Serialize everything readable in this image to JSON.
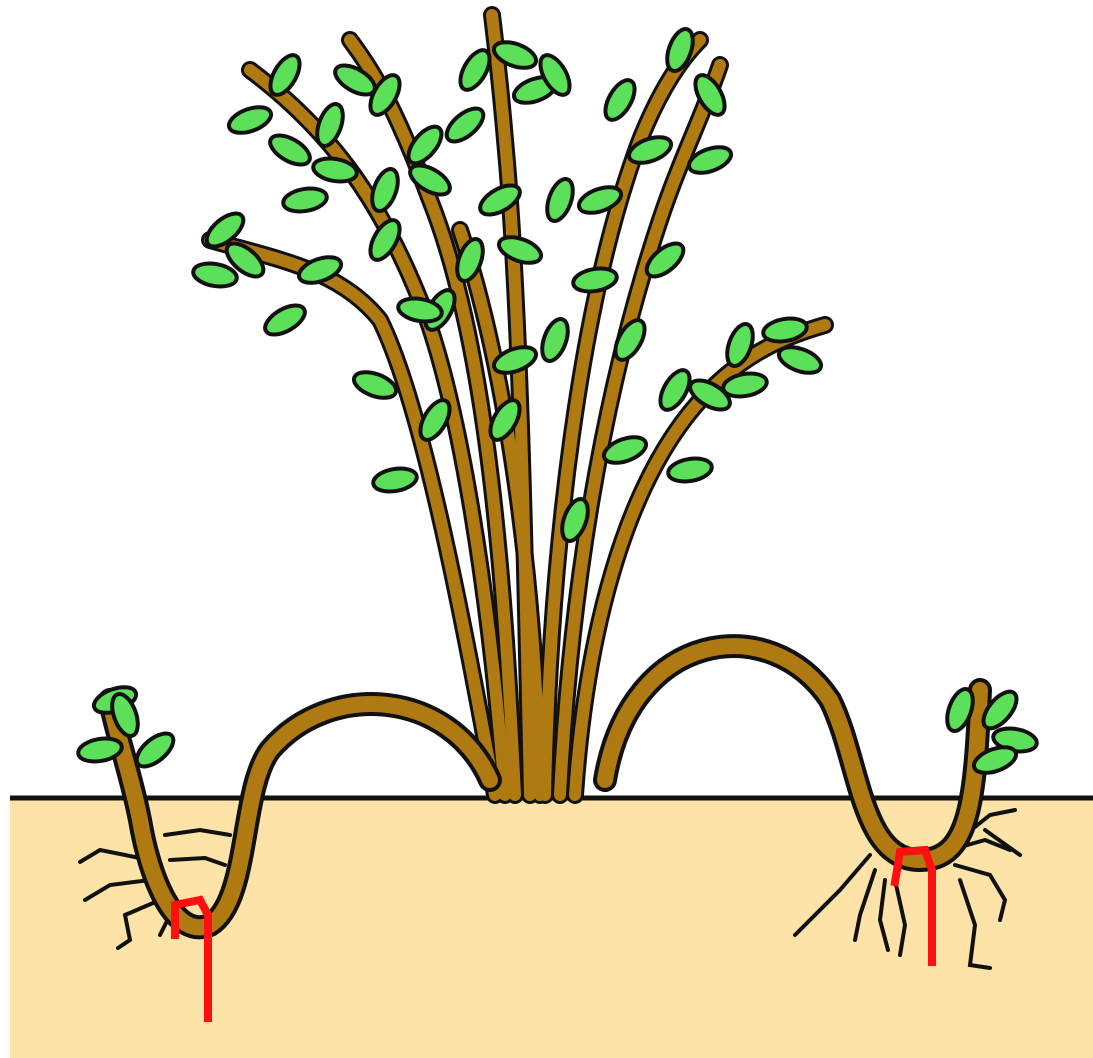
{
  "colors": {
    "background": "#ffffff",
    "soil": "#fde3a7",
    "soil_line": "#111111",
    "stem_fill": "#b07a12",
    "stem_outline": "#111111",
    "leaf_fill": "#5ce05a",
    "root": "#111111",
    "pin": "#ff1010"
  },
  "parts": {
    "parent_plant": "parent-shrub",
    "layers": [
      "left-layered-branch",
      "right-layered-branch"
    ],
    "anchors": [
      "left-anchor-pin",
      "right-anchor-pin"
    ]
  }
}
